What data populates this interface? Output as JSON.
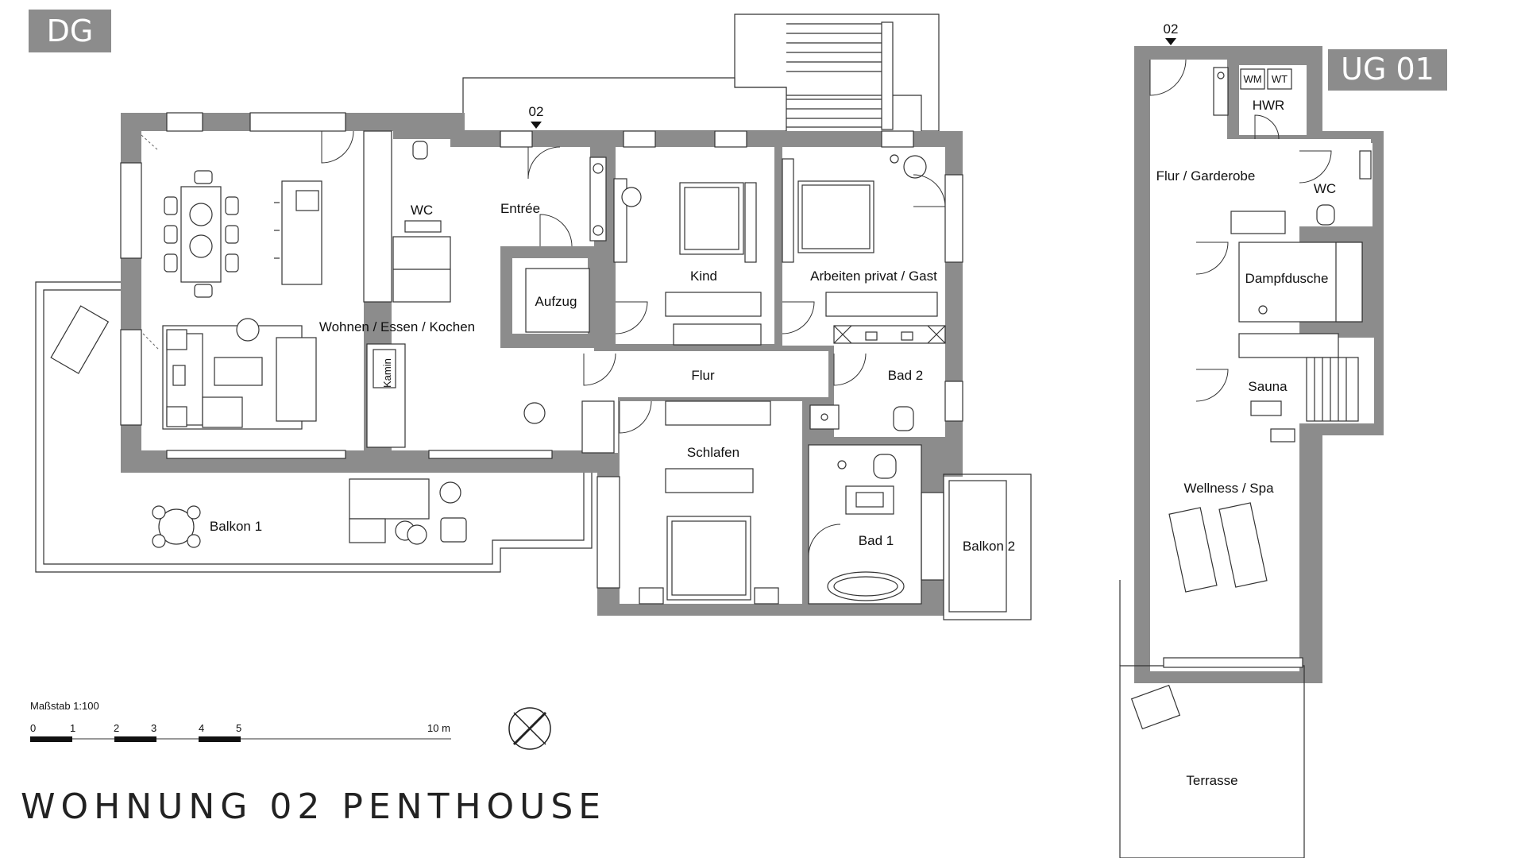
{
  "floor_labels": {
    "dg": "DG",
    "ug": "UG 01"
  },
  "title": "WOHNUNG 02 PENTHOUSE",
  "entrance_marks": {
    "dg": "02",
    "ug": "02"
  },
  "rooms_dg": {
    "wohnen": "Wohnen / Essen / Kochen",
    "wc": "WC",
    "entree": "Entrée",
    "aufzug": "Aufzug",
    "kind": "Kind",
    "arbeiten": "Arbeiten privat / Gast",
    "flur": "Flur",
    "bad2": "Bad 2",
    "schlafen": "Schlafen",
    "bad1": "Bad 1",
    "balkon1": "Balkon 1",
    "balkon2": "Balkon 2",
    "kamin": "Kamin"
  },
  "rooms_ug": {
    "hwr": "HWR",
    "wm": "WM",
    "wt": "WT",
    "flur_garderobe": "Flur / Garderobe",
    "wc": "WC",
    "dampfdusche": "Dampfdusche",
    "sauna": "Sauna",
    "wellness": "Wellness / Spa",
    "terrasse": "Terrasse"
  },
  "scale": {
    "label": "Maßstab 1:100",
    "ticks": [
      "0",
      "1",
      "2",
      "3",
      "4",
      "5",
      "10 m"
    ]
  },
  "colors": {
    "wall": "#8c8c8c",
    "badge": "#8c8c8c",
    "background": "#ffffff"
  },
  "icons": [
    "north-arrow-icon"
  ]
}
